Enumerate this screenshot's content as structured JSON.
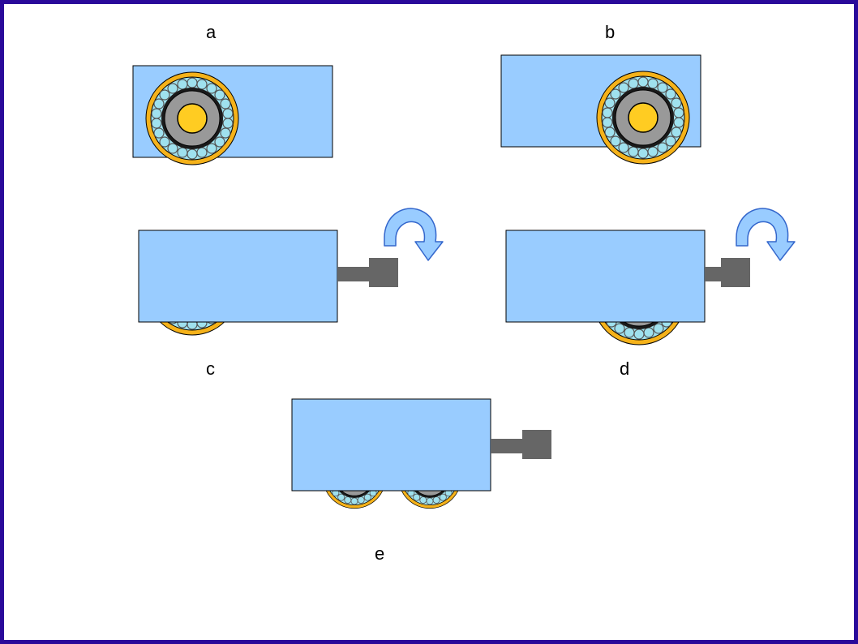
{
  "labels": {
    "a": "a",
    "b": "b",
    "c": "c",
    "d": "d",
    "e": "e"
  },
  "colors": {
    "frame": "#2a0a9a",
    "box_fill": "#99ccff",
    "box_stroke": "#000000",
    "tire": "#f5b21a",
    "tread": "#9fe1ee",
    "rim": "#999999",
    "hub": "#ffcc22",
    "motor": "#666666",
    "arrow_fill": "#99ccff",
    "arrow_stroke": "#3366cc"
  }
}
